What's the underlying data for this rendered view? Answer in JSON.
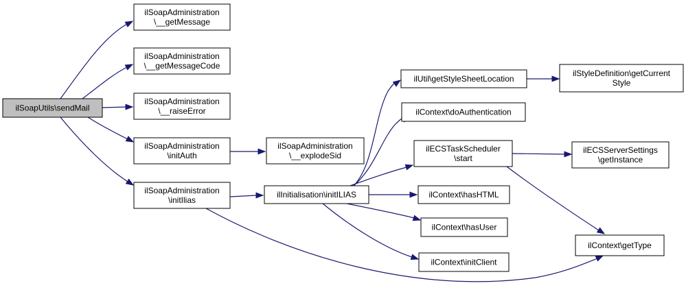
{
  "nodes": [
    {
      "id": "sendMail",
      "lines": [
        "ilSoapUtils\\sendMail"
      ],
      "root": true
    },
    {
      "id": "getMessage",
      "lines": [
        "ilSoapAdministration",
        "\\__getMessage"
      ]
    },
    {
      "id": "getMessageCode",
      "lines": [
        "ilSoapAdministration",
        "\\__getMessageCode"
      ]
    },
    {
      "id": "raiseError",
      "lines": [
        "ilSoapAdministration",
        "\\__raiseError"
      ]
    },
    {
      "id": "initAuth",
      "lines": [
        "ilSoapAdministration",
        "\\initAuth"
      ]
    },
    {
      "id": "initIlias",
      "lines": [
        "ilSoapAdministration",
        "\\initIlias"
      ]
    },
    {
      "id": "explodeSid",
      "lines": [
        "ilSoapAdministration",
        "\\__explodeSid"
      ]
    },
    {
      "id": "initILIAS",
      "lines": [
        "ilInitialisation\\initILIAS"
      ]
    },
    {
      "id": "getStyleSheetLocation",
      "lines": [
        "ilUtil\\getStyleSheetLocation"
      ]
    },
    {
      "id": "doAuthentication",
      "lines": [
        "ilContext\\doAuthentication"
      ]
    },
    {
      "id": "taskStart",
      "lines": [
        "ilECSTaskScheduler",
        "\\start"
      ]
    },
    {
      "id": "hasHTML",
      "lines": [
        "ilContext\\hasHTML"
      ]
    },
    {
      "id": "hasUser",
      "lines": [
        "ilContext\\hasUser"
      ]
    },
    {
      "id": "initClient",
      "lines": [
        "ilContext\\initClient"
      ]
    },
    {
      "id": "getCurrentStyle",
      "lines": [
        "ilStyleDefinition\\getCurrent",
        "Style"
      ]
    },
    {
      "id": "getInstance",
      "lines": [
        "ilECSServerSettings",
        "\\getInstance"
      ]
    },
    {
      "id": "getType",
      "lines": [
        "ilContext\\getType"
      ]
    }
  ],
  "edges": [
    {
      "from": "sendMail",
      "to": "getMessage"
    },
    {
      "from": "sendMail",
      "to": "getMessageCode"
    },
    {
      "from": "sendMail",
      "to": "raiseError"
    },
    {
      "from": "sendMail",
      "to": "initAuth"
    },
    {
      "from": "sendMail",
      "to": "initIlias"
    },
    {
      "from": "initAuth",
      "to": "explodeSid"
    },
    {
      "from": "initIlias",
      "to": "initILIAS"
    },
    {
      "from": "initIlias",
      "to": "getType"
    },
    {
      "from": "initILIAS",
      "to": "getStyleSheetLocation"
    },
    {
      "from": "initILIAS",
      "to": "doAuthentication"
    },
    {
      "from": "initILIAS",
      "to": "taskStart"
    },
    {
      "from": "initILIAS",
      "to": "hasHTML"
    },
    {
      "from": "initILIAS",
      "to": "hasUser"
    },
    {
      "from": "initILIAS",
      "to": "initClient"
    },
    {
      "from": "getStyleSheetLocation",
      "to": "getCurrentStyle"
    },
    {
      "from": "taskStart",
      "to": "getInstance"
    },
    {
      "from": "taskStart",
      "to": "getType"
    }
  ]
}
